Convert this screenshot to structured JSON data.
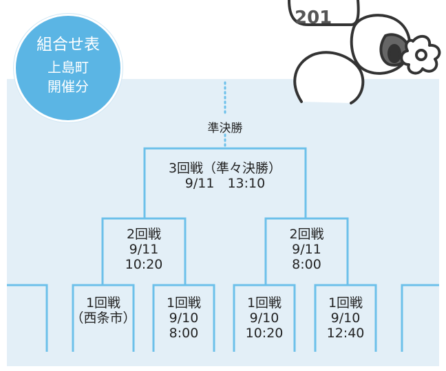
{
  "badge": {
    "title": "組合せ表",
    "line2": "上島町",
    "line3": "開催分"
  },
  "mascot": {
    "year_text": "201"
  },
  "final": {
    "label": "準決勝"
  },
  "quarter": {
    "title": "3回戦（準々決勝）",
    "schedule": "9/11　13:10"
  },
  "second_left": {
    "title": "2回戦",
    "date": "9/11",
    "time": "10:20"
  },
  "second_right": {
    "title": "2回戦",
    "date": "9/11",
    "time": "8:00"
  },
  "first_1": {
    "title": "1回戦",
    "note": "（西条市）"
  },
  "first_2": {
    "title": "1回戦",
    "date": "9/10",
    "time": "8:00"
  },
  "first_3": {
    "title": "1回戦",
    "date": "9/10",
    "time": "10:20"
  },
  "first_4": {
    "title": "1回戦",
    "date": "9/10",
    "time": "12:40"
  },
  "colors": {
    "line": "#6cc0ea",
    "panel": "#e3eff7",
    "badge": "#5bb5e4"
  }
}
